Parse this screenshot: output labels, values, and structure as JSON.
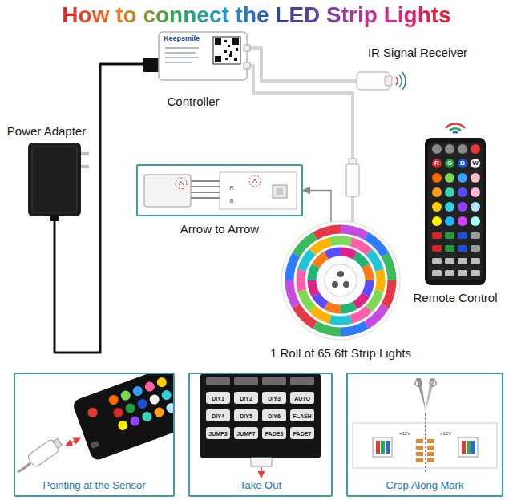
{
  "diagram": {
    "title": "How to connect the LED Strip Lights",
    "nodes": [
      {
        "text": [
          "Keepsmile",
          "Controller"
        ]
      },
      {
        "text": [
          "IR Signal Receiver"
        ]
      },
      {
        "text": [
          "Power Adapter"
        ]
      },
      {
        "text": [
          "Arrow to Arrow"
        ]
      },
      {
        "text": [
          "1 Roll of 65.6ft Strip Lights"
        ]
      },
      {
        "text": [
          "Remote Control"
        ]
      },
      {
        "text": [
          "Pointing at the Sensor"
        ]
      },
      {
        "text": [
          "Take Out"
        ]
      },
      {
        "text": [
          "Crop Along Mark"
        ]
      }
    ],
    "edges": [
      {
        "from": 2,
        "to": 0,
        "arrow": "none"
      },
      {
        "from": 0,
        "to": 1,
        "arrow": "none"
      },
      {
        "from": 0,
        "to": 4,
        "arrow": "none"
      },
      {
        "from": 4,
        "to": 3,
        "arrow": "to"
      }
    ],
    "labels": [
      "R",
      "G",
      "B",
      "W",
      "R",
      "B",
      "DIY1",
      "DIY2",
      "DIY3",
      "AUTO",
      "DIY4",
      "DIY5",
      "DIY6",
      "FLASH",
      "JUMP3",
      "JUMP7",
      "FADE3",
      "FADE7",
      "+12V",
      "+12V"
    ]
  }
}
